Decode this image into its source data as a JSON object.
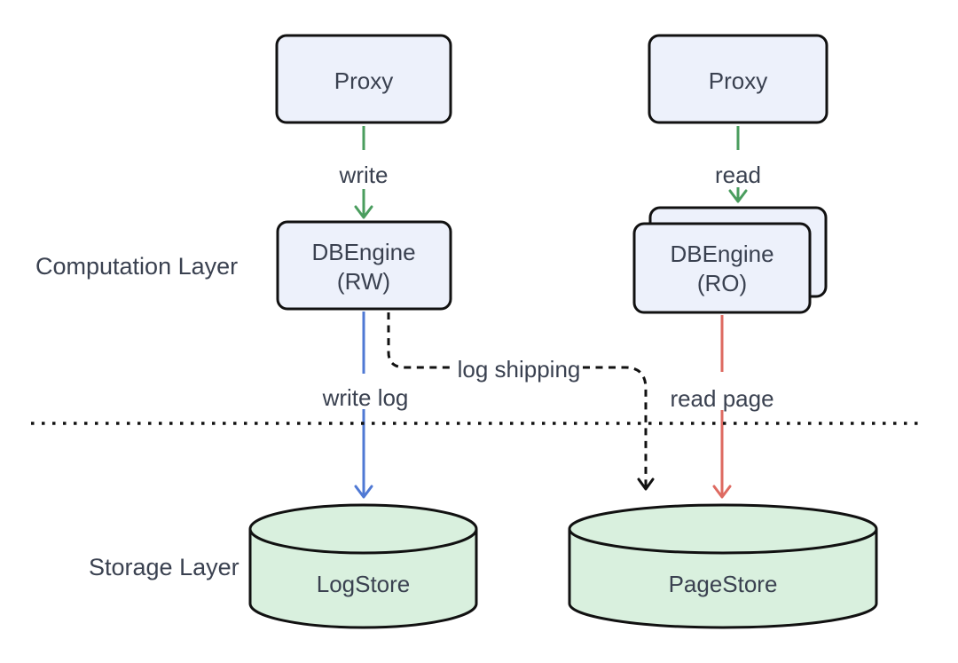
{
  "diagram": {
    "layer_labels": {
      "computation": "Computation Layer",
      "storage": "Storage Layer"
    },
    "nodes": {
      "proxy_left": {
        "label": "Proxy"
      },
      "proxy_right": {
        "label": "Proxy"
      },
      "dbengine_rw": {
        "label": "DBEngine",
        "sublabel": "(RW)"
      },
      "dbengine_ro": {
        "label": "DBEngine",
        "sublabel": "(RO)"
      },
      "logstore": {
        "label": "LogStore"
      },
      "pagestore": {
        "label": "PageStore"
      }
    },
    "edges": {
      "write": {
        "label": "write",
        "color": "#4a9d5e",
        "style": "solid"
      },
      "read": {
        "label": "read",
        "color": "#4a9d5e",
        "style": "solid"
      },
      "write_log": {
        "label": "write log",
        "color": "#4f79d4",
        "style": "solid"
      },
      "read_page": {
        "label": "read page",
        "color": "#de6a61",
        "style": "solid"
      },
      "log_shipping": {
        "label": "log shipping",
        "color": "#111111",
        "style": "dashed"
      }
    },
    "colors": {
      "background": "#ffffff",
      "node_fill": "#edf1fb",
      "store_fill": "#d9f0de",
      "outline": "#111111",
      "text": "#3a4150"
    }
  }
}
